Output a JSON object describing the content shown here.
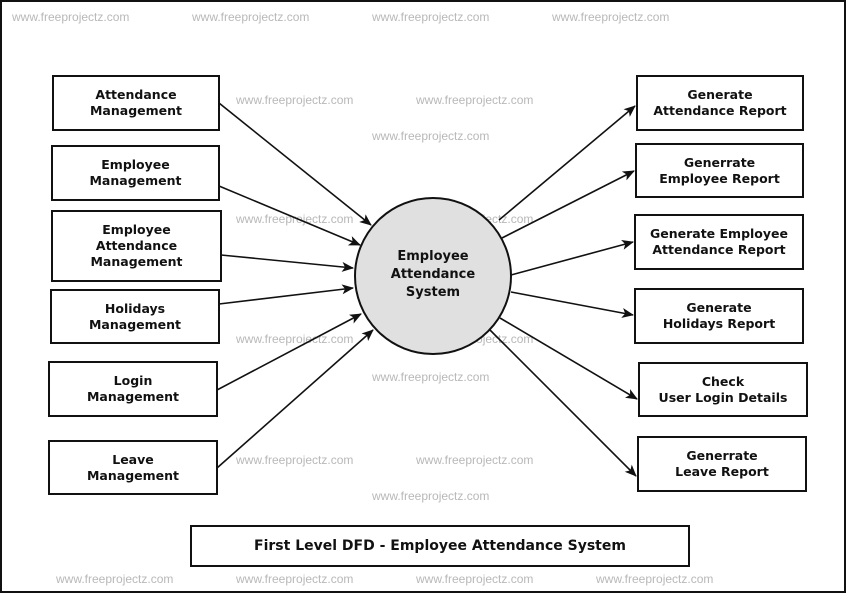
{
  "watermark": "www.freeprojectz.com",
  "center_process": {
    "lines": [
      "Employee",
      "Attendance",
      "System"
    ]
  },
  "inputs": [
    {
      "lines": [
        "Attendance",
        "Management"
      ]
    },
    {
      "lines": [
        "Employee",
        "Management"
      ]
    },
    {
      "lines": [
        "Employee",
        "Attendance",
        "Management"
      ]
    },
    {
      "lines": [
        "Holidays",
        "Management"
      ]
    },
    {
      "lines": [
        "Login",
        "Management"
      ]
    },
    {
      "lines": [
        "Leave",
        "Management"
      ]
    }
  ],
  "outputs": [
    {
      "lines": [
        "Generate",
        "Attendance Report"
      ]
    },
    {
      "lines": [
        "Generrate",
        "Employee Report"
      ]
    },
    {
      "lines": [
        "Generate Employee",
        "Attendance Report"
      ]
    },
    {
      "lines": [
        "Generate",
        "Holidays Report"
      ]
    },
    {
      "lines": [
        "Check",
        "User Login Details"
      ]
    },
    {
      "lines": [
        "Generrate",
        "Leave Report"
      ]
    }
  ],
  "title": "First Level DFD - Employee Attendance System",
  "colors": {
    "process_fill": "#e0e0e0",
    "line": "#111111",
    "watermark": "#b8b8b8"
  }
}
